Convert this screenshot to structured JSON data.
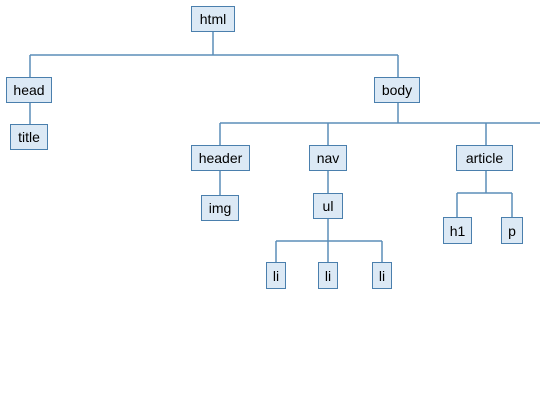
{
  "colors": {
    "node_fill": "#dce9f5",
    "node_border": "#4a7fad",
    "edge": "#5b8db8"
  },
  "tree": {
    "html": "html",
    "head": "head",
    "title": "title",
    "body": "body",
    "header": "header",
    "img": "img",
    "nav": "nav",
    "ul": "ul",
    "li_1": "li",
    "li_2": "li",
    "li_3": "li",
    "article": "article",
    "h1": "h1",
    "p": "p"
  }
}
